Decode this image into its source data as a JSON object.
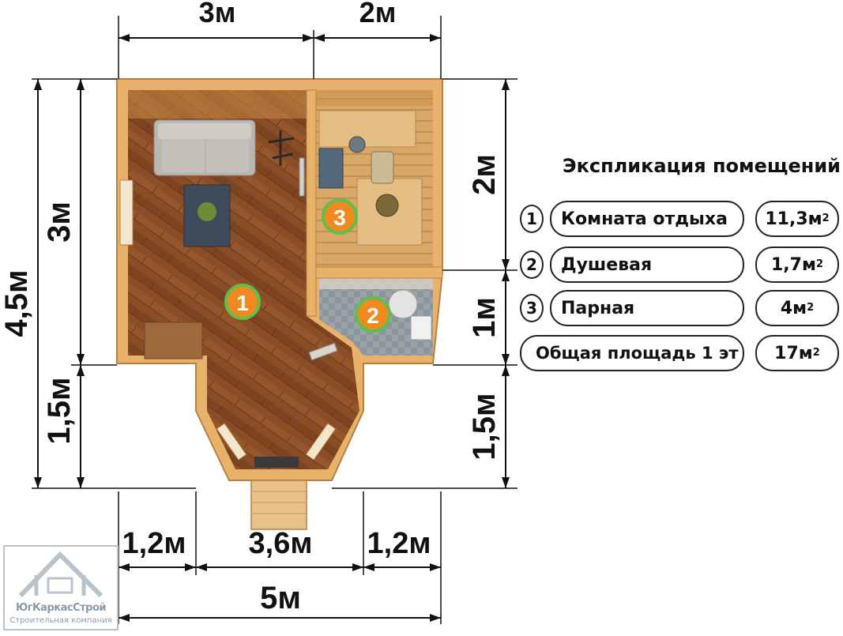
{
  "dimensions": {
    "top_left": "3м",
    "top_right": "2м",
    "left_total": "4,5м",
    "left_upper": "3м",
    "left_lower": "1,5м",
    "right_upper": "2м",
    "right_middle": "1м",
    "right_lower": "1,5м",
    "bottom_left": "1,2м",
    "bottom_middle": "3,6м",
    "bottom_right": "1,2м",
    "bottom_total": "5м"
  },
  "room_markers": [
    "1",
    "2",
    "3"
  ],
  "explication": {
    "title": "Экспликация помещений",
    "rooms": [
      {
        "number": "1",
        "name": "Комната отдыха",
        "area_value": "11,3м",
        "area_sup": "2"
      },
      {
        "number": "2",
        "name": "Душевая",
        "area_value": "1,7м",
        "area_sup": "2"
      },
      {
        "number": "3",
        "name": "Парная",
        "area_value": "4м",
        "area_sup": "2"
      }
    ],
    "total": {
      "name": "Общая площадь 1 эт",
      "area_value": "17м",
      "area_sup": "2"
    }
  },
  "watermark": {
    "company": "ЮгКаркасСтрой",
    "tagline": "Строительная компания"
  },
  "colors": {
    "wall_wood": "#e9b26a",
    "wall_dark": "#c98b45",
    "floor_wood": "#8a4e26",
    "sauna_wood": "#d9a868",
    "marker_orange": "#f08a1e",
    "marker_ring": "#5fbf4a",
    "line_black": "#111111"
  }
}
